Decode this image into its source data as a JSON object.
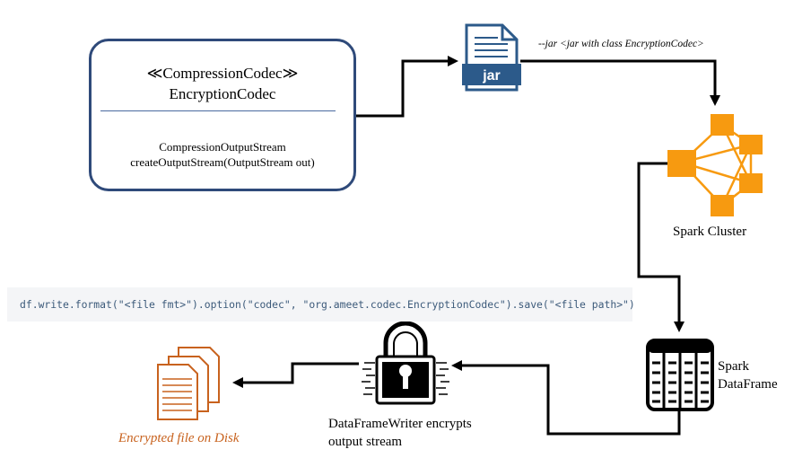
{
  "codec_box": {
    "stereotype": "≪CompressionCodec≫",
    "name": "EncryptionCodec",
    "method_return": "CompressionOutputStream",
    "method_signature": "createOutputStream(OutputStream out)"
  },
  "jar": {
    "icon_label": "jar",
    "option_text": "--jar <jar with class EncryptionCodec>"
  },
  "spark_cluster": {
    "label": "Spark Cluster"
  },
  "spark_dataframe": {
    "label_line1": "Spark",
    "label_line2": "DataFrame"
  },
  "code_snippet": "df.write.format(\"<file fmt>\").option(\"codec\", \"org.ameet.codec.EncryptionCodec\").save(\"<file path>\")",
  "writer": {
    "label_line1": "DataFrameWriter encrypts",
    "label_line2": "output stream"
  },
  "encrypted_file": {
    "label": "Encrypted file on Disk"
  },
  "colors": {
    "box_border": "#2f4a7a",
    "spark_orange": "#f79a10",
    "file_orange": "#c8621e",
    "jar_blue": "#2c5a8a",
    "arrow": "#000000"
  }
}
